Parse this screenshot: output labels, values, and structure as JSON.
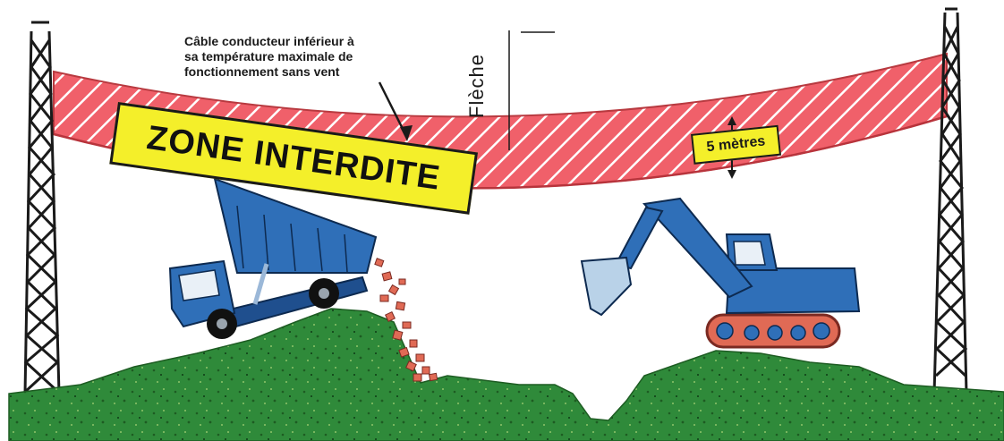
{
  "labels": {
    "cable_note_line1": "Câble conducteur inférieur à",
    "cable_note_line2": "sa température maximale de",
    "cable_note_line3": "fonctionnement sans vent",
    "fleche": "Flèche",
    "zone": "ZONE INTERDITE",
    "distance": "5 mètres"
  },
  "colors": {
    "zone_fill": "#f0606a",
    "zone_hatch": "#ffffff",
    "sign": "#f4ef2a",
    "machine_blue": "#2f6fb8",
    "ground": "#2f8a3a",
    "rocks": "#e06a55"
  },
  "icons": {
    "pylons": "lattice-tower-icon",
    "truck": "dump-truck-icon",
    "excavator": "excavator-icon"
  }
}
